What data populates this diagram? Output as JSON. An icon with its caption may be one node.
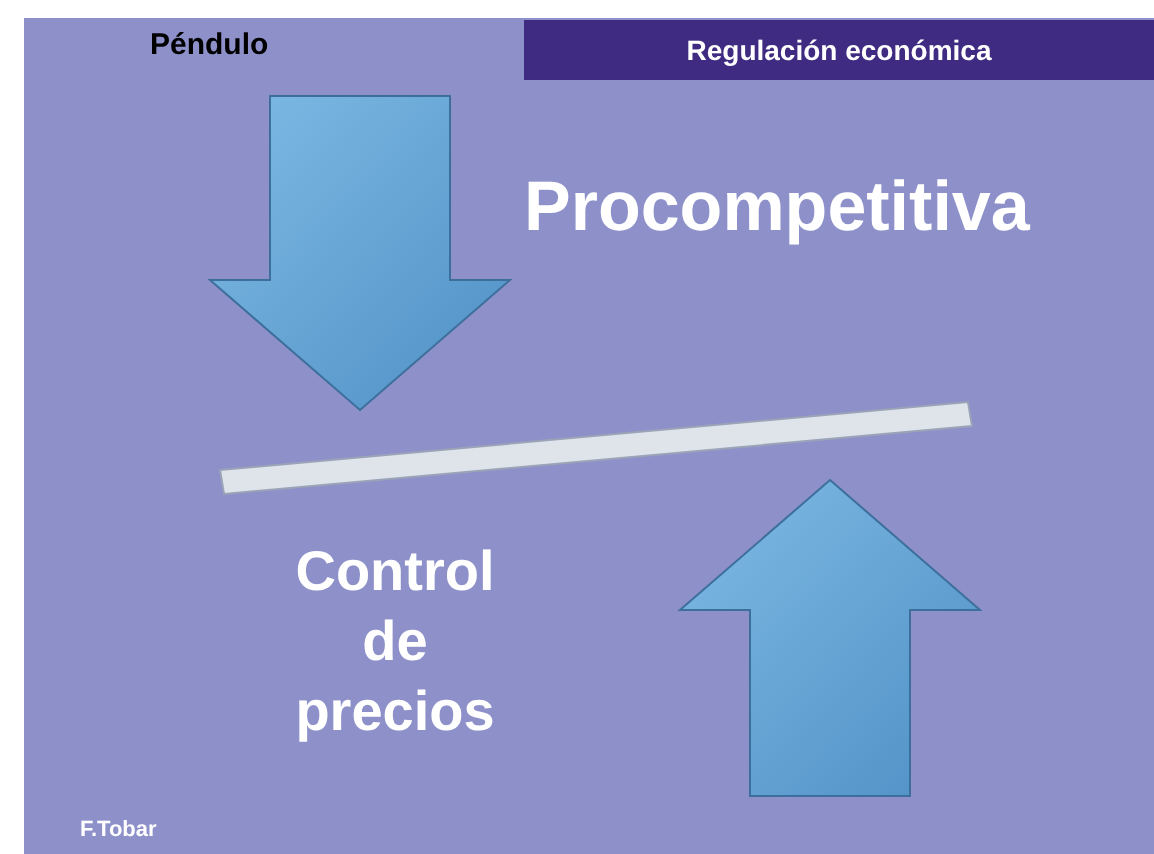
{
  "diagram": {
    "title": "Péndulo",
    "nodes": [
      {
        "text": [],
        "shape": "bar"
      }
    ],
    "labels": [
      "Regulación económica",
      "Procompetitiva",
      "Control de precios",
      "F.Tobar"
    ]
  }
}
